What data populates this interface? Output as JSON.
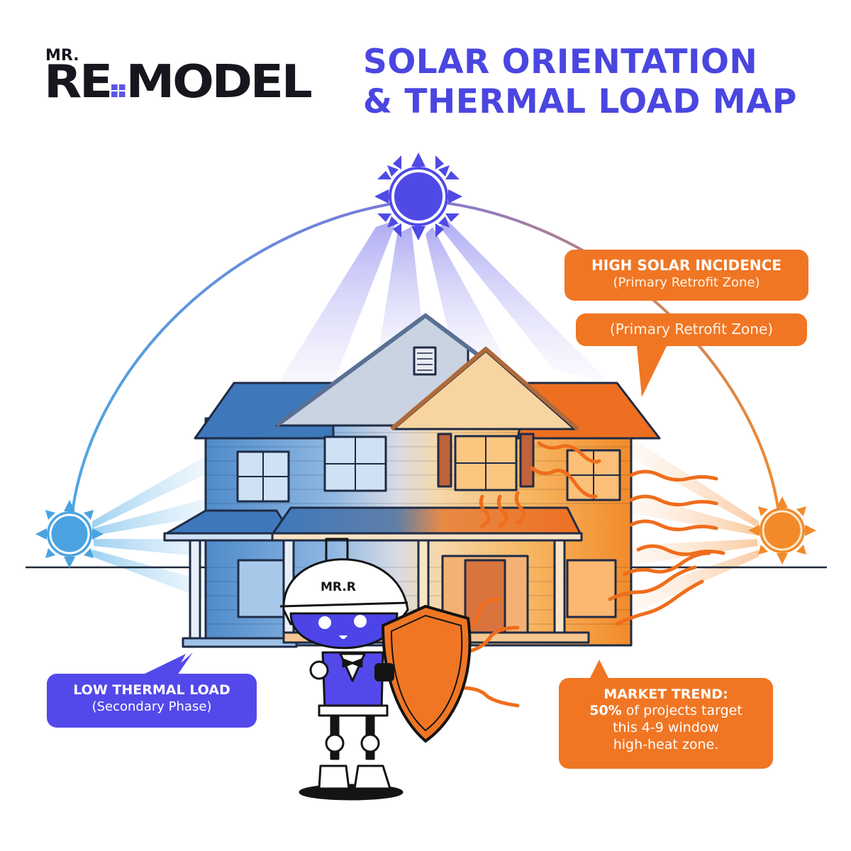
{
  "brand": {
    "prefix": "MR.",
    "name_part1": "RE",
    "name_part2": "MODEL",
    "accent_color": "#5b55e8"
  },
  "title": {
    "line1": "SOLAR ORIENTATION",
    "line2": "& THERMAL LOAD MAP",
    "color": "#4a46e0"
  },
  "callouts": {
    "high_incidence": {
      "heading": "HIGH SOLAR INCIDENCE",
      "subheading": "(Primary Retrofit Zone)",
      "color": "#f07624"
    },
    "primary_zone": {
      "label": "(Primary Retrofit Zone)",
      "color": "#f07624"
    },
    "low_load": {
      "heading": "LOW THERMAL LOAD",
      "subheading": "(Secondary Phase)",
      "color": "#5349ea"
    },
    "market_trend": {
      "heading": "MARKET TREND:",
      "stat": "50%",
      "line1_rest": " of projects target",
      "line2": "this 4-9 window",
      "line3": "high-heat zone.",
      "color": "#f07624"
    }
  },
  "mascot": {
    "helmet_text": "MR.R"
  },
  "diagram": {
    "suns": [
      {
        "position": "east-morning",
        "color": "#4aa3e0"
      },
      {
        "position": "zenith-noon",
        "color": "#4f4ae6"
      },
      {
        "position": "west-afternoon",
        "color": "#f28a2a"
      }
    ],
    "cool_color": "#3f7cc0",
    "hot_color": "#f07624"
  }
}
